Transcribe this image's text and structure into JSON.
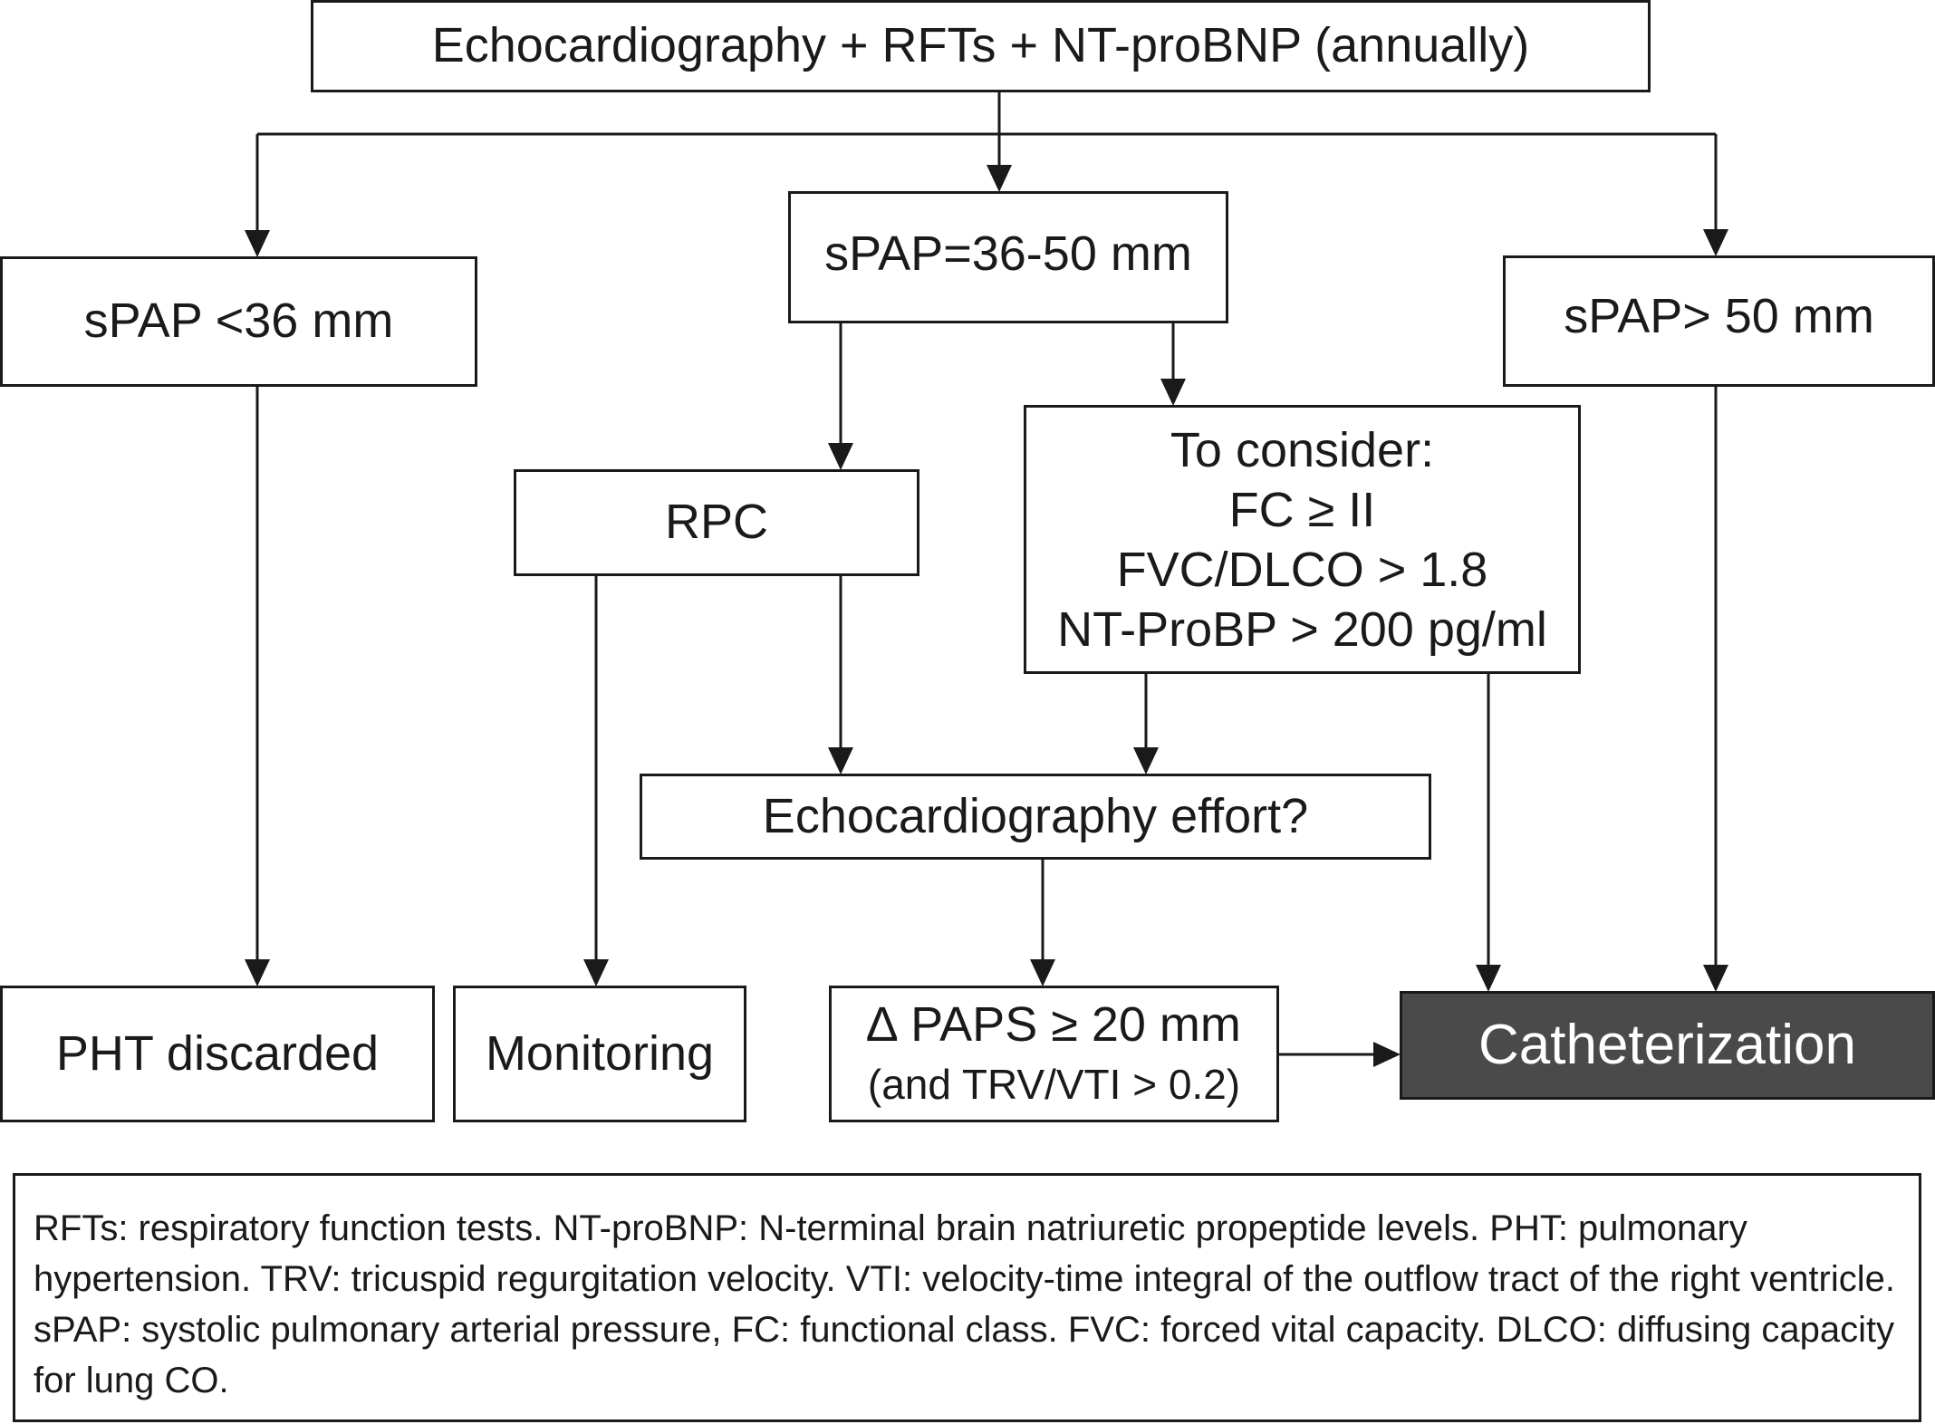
{
  "nodes": {
    "top": {
      "lines": [
        "Echocardiography + RFTs + NT-proBNP (annually)"
      ]
    },
    "spap_low": {
      "lines": [
        "sPAP <36 mm"
      ]
    },
    "spap_mid": {
      "lines": [
        "sPAP=36-50 mm"
      ]
    },
    "spap_high": {
      "lines": [
        "sPAP> 50 mm"
      ]
    },
    "rpc": {
      "lines": [
        "RPC"
      ]
    },
    "consider": {
      "lines": [
        "To consider:",
        "FC ≥ II",
        "FVC/DLCO > 1.8",
        "NT-ProBP > 200 pg/ml"
      ]
    },
    "echo_effort": {
      "lines": [
        "Echocardiography effort?"
      ]
    },
    "pht_discarded": {
      "lines": [
        "PHT discarded"
      ]
    },
    "monitoring": {
      "lines": [
        "Monitoring"
      ]
    },
    "delta_paps": {
      "lines": [
        "∆ PAPS ≥ 20 mm",
        "(and TRV/VTI > 0.2)"
      ]
    },
    "catheterization": {
      "lines": [
        "Catheterization"
      ]
    }
  },
  "legend": {
    "text": "RFTs: respiratory function tests. NT-proBNP: N-terminal brain natriuretic propeptide levels. PHT: pulmonary hypertension. TRV: tricuspid regurgitation velocity. VTI: velocity-time integral of the outflow tract of the right ventricle. sPAP: systolic pulmonary arterial pressure, FC: functional class. FVC: forced vital capacity. DLCO: diffusing capacity for lung CO."
  },
  "colors": {
    "line": "#1a1a1a",
    "highlight_fill": "#4a4a4a",
    "highlight_text": "#ffffff"
  }
}
